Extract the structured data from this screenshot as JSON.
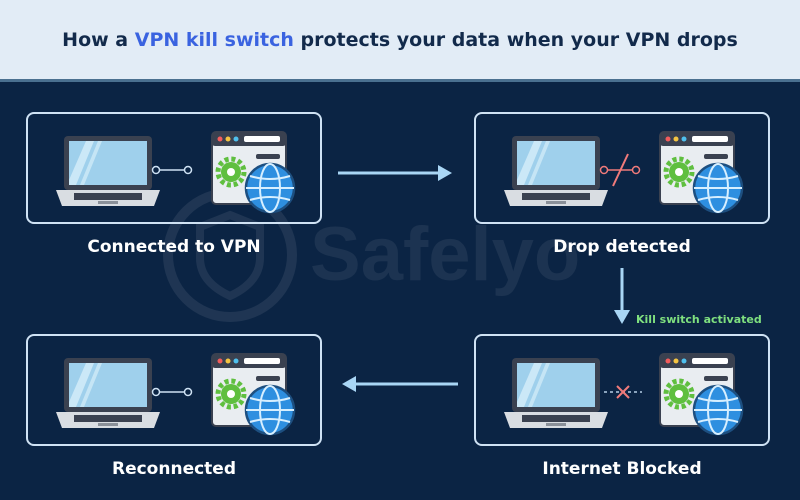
{
  "title": {
    "prefix": "How a ",
    "highlight": "VPN kill switch",
    "suffix": " protects your data when your VPN drops"
  },
  "watermark": {
    "text": "Safelyo"
  },
  "steps": [
    {
      "label": "Connected to VPN",
      "link": "connected"
    },
    {
      "label": "Drop detected",
      "link": "broken"
    },
    {
      "label": "Internet Blocked",
      "link": "blocked"
    },
    {
      "label": "Reconnected",
      "link": "connected"
    }
  ],
  "transition_note": "Kill switch activated",
  "colors": {
    "background": "#0b2444",
    "header": "#e2ecf6",
    "highlight": "#3a63e0",
    "accent_green": "#7fe07f",
    "arrow": "#a9d6f5",
    "alert_red": "#f07a7a"
  }
}
